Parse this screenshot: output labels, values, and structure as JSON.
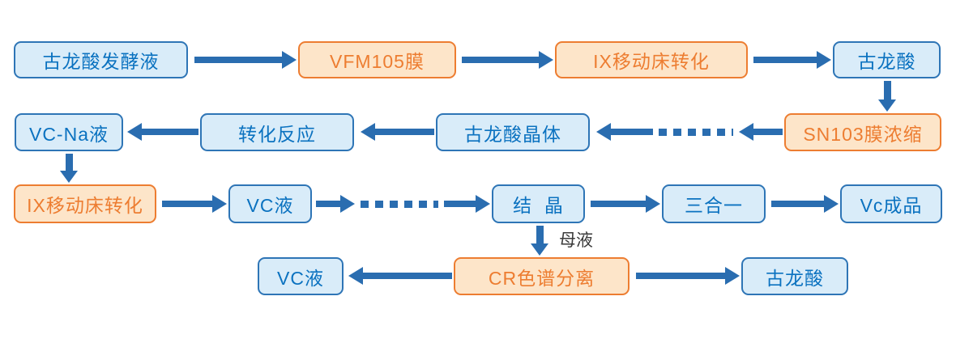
{
  "diagram": {
    "type": "flowchart",
    "colors": {
      "blue_fill": "#D9ECF9",
      "blue_border": "#2E75B6",
      "blue_text": "#0B72C0",
      "orange_fill": "#FDE5C9",
      "orange_border": "#ED7D31",
      "orange_text": "#ED7D31",
      "arrow": "#2A6DB0",
      "annotation_text": "#3A3A3A"
    },
    "annotation": {
      "mother_liquor": "母液"
    }
  },
  "nodes": [
    {
      "label": "古龙酸发酵液",
      "type": "blue"
    },
    {
      "label": "VFM105膜",
      "type": "orange"
    },
    {
      "label": "IX移动床转化",
      "type": "orange"
    },
    {
      "label": "古龙酸",
      "type": "blue"
    },
    {
      "label": "VC-Na液",
      "type": "blue"
    },
    {
      "label": "转化反应",
      "type": "blue"
    },
    {
      "label": "古龙酸晶体",
      "type": "blue"
    },
    {
      "label": "SN103膜浓缩",
      "type": "orange"
    },
    {
      "label": "IX移动床转化",
      "type": "orange"
    },
    {
      "label": "VC液",
      "type": "blue"
    },
    {
      "label": "结  晶",
      "type": "blue"
    },
    {
      "label": "三合一",
      "type": "blue"
    },
    {
      "label": "Vc成品",
      "type": "blue"
    },
    {
      "label": "VC液",
      "type": "blue"
    },
    {
      "label": "CR色谱分离",
      "type": "orange"
    },
    {
      "label": "古龙酸",
      "type": "blue"
    }
  ],
  "edges": [
    {
      "from": 0,
      "to": 1,
      "style": "solid"
    },
    {
      "from": 1,
      "to": 2,
      "style": "solid"
    },
    {
      "from": 2,
      "to": 3,
      "style": "solid"
    },
    {
      "from": 3,
      "to": 7,
      "style": "solid"
    },
    {
      "from": 7,
      "to": 6,
      "style": "dashed"
    },
    {
      "from": 6,
      "to": 5,
      "style": "solid"
    },
    {
      "from": 5,
      "to": 4,
      "style": "solid"
    },
    {
      "from": 4,
      "to": 8,
      "style": "solid"
    },
    {
      "from": 8,
      "to": 9,
      "style": "solid"
    },
    {
      "from": 9,
      "to": 10,
      "style": "dashed"
    },
    {
      "from": 10,
      "to": 11,
      "style": "solid"
    },
    {
      "from": 11,
      "to": 12,
      "style": "solid"
    },
    {
      "from": 10,
      "to": 14,
      "style": "solid",
      "label": "母液"
    },
    {
      "from": 14,
      "to": 13,
      "style": "solid"
    },
    {
      "from": 14,
      "to": 15,
      "style": "solid"
    }
  ]
}
